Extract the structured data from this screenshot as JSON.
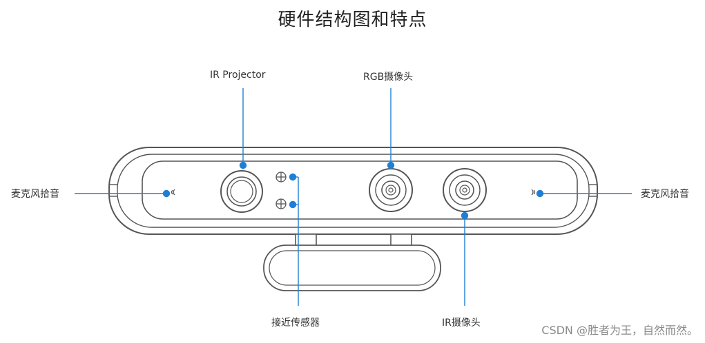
{
  "title": "硬件结构图和特点",
  "labels": {
    "ir_projector": "IR Projector",
    "rgb_camera": "RGB摄像头",
    "mic_left": "麦克风拾音",
    "mic_right": "麦克风拾音",
    "proximity_sensor": "接近传感器",
    "ir_camera": "IR摄像头"
  },
  "watermark": "CSDN @胜者为王，自然而然。",
  "colors": {
    "callout": "#1e7fd6",
    "device_stroke": "#555555"
  }
}
